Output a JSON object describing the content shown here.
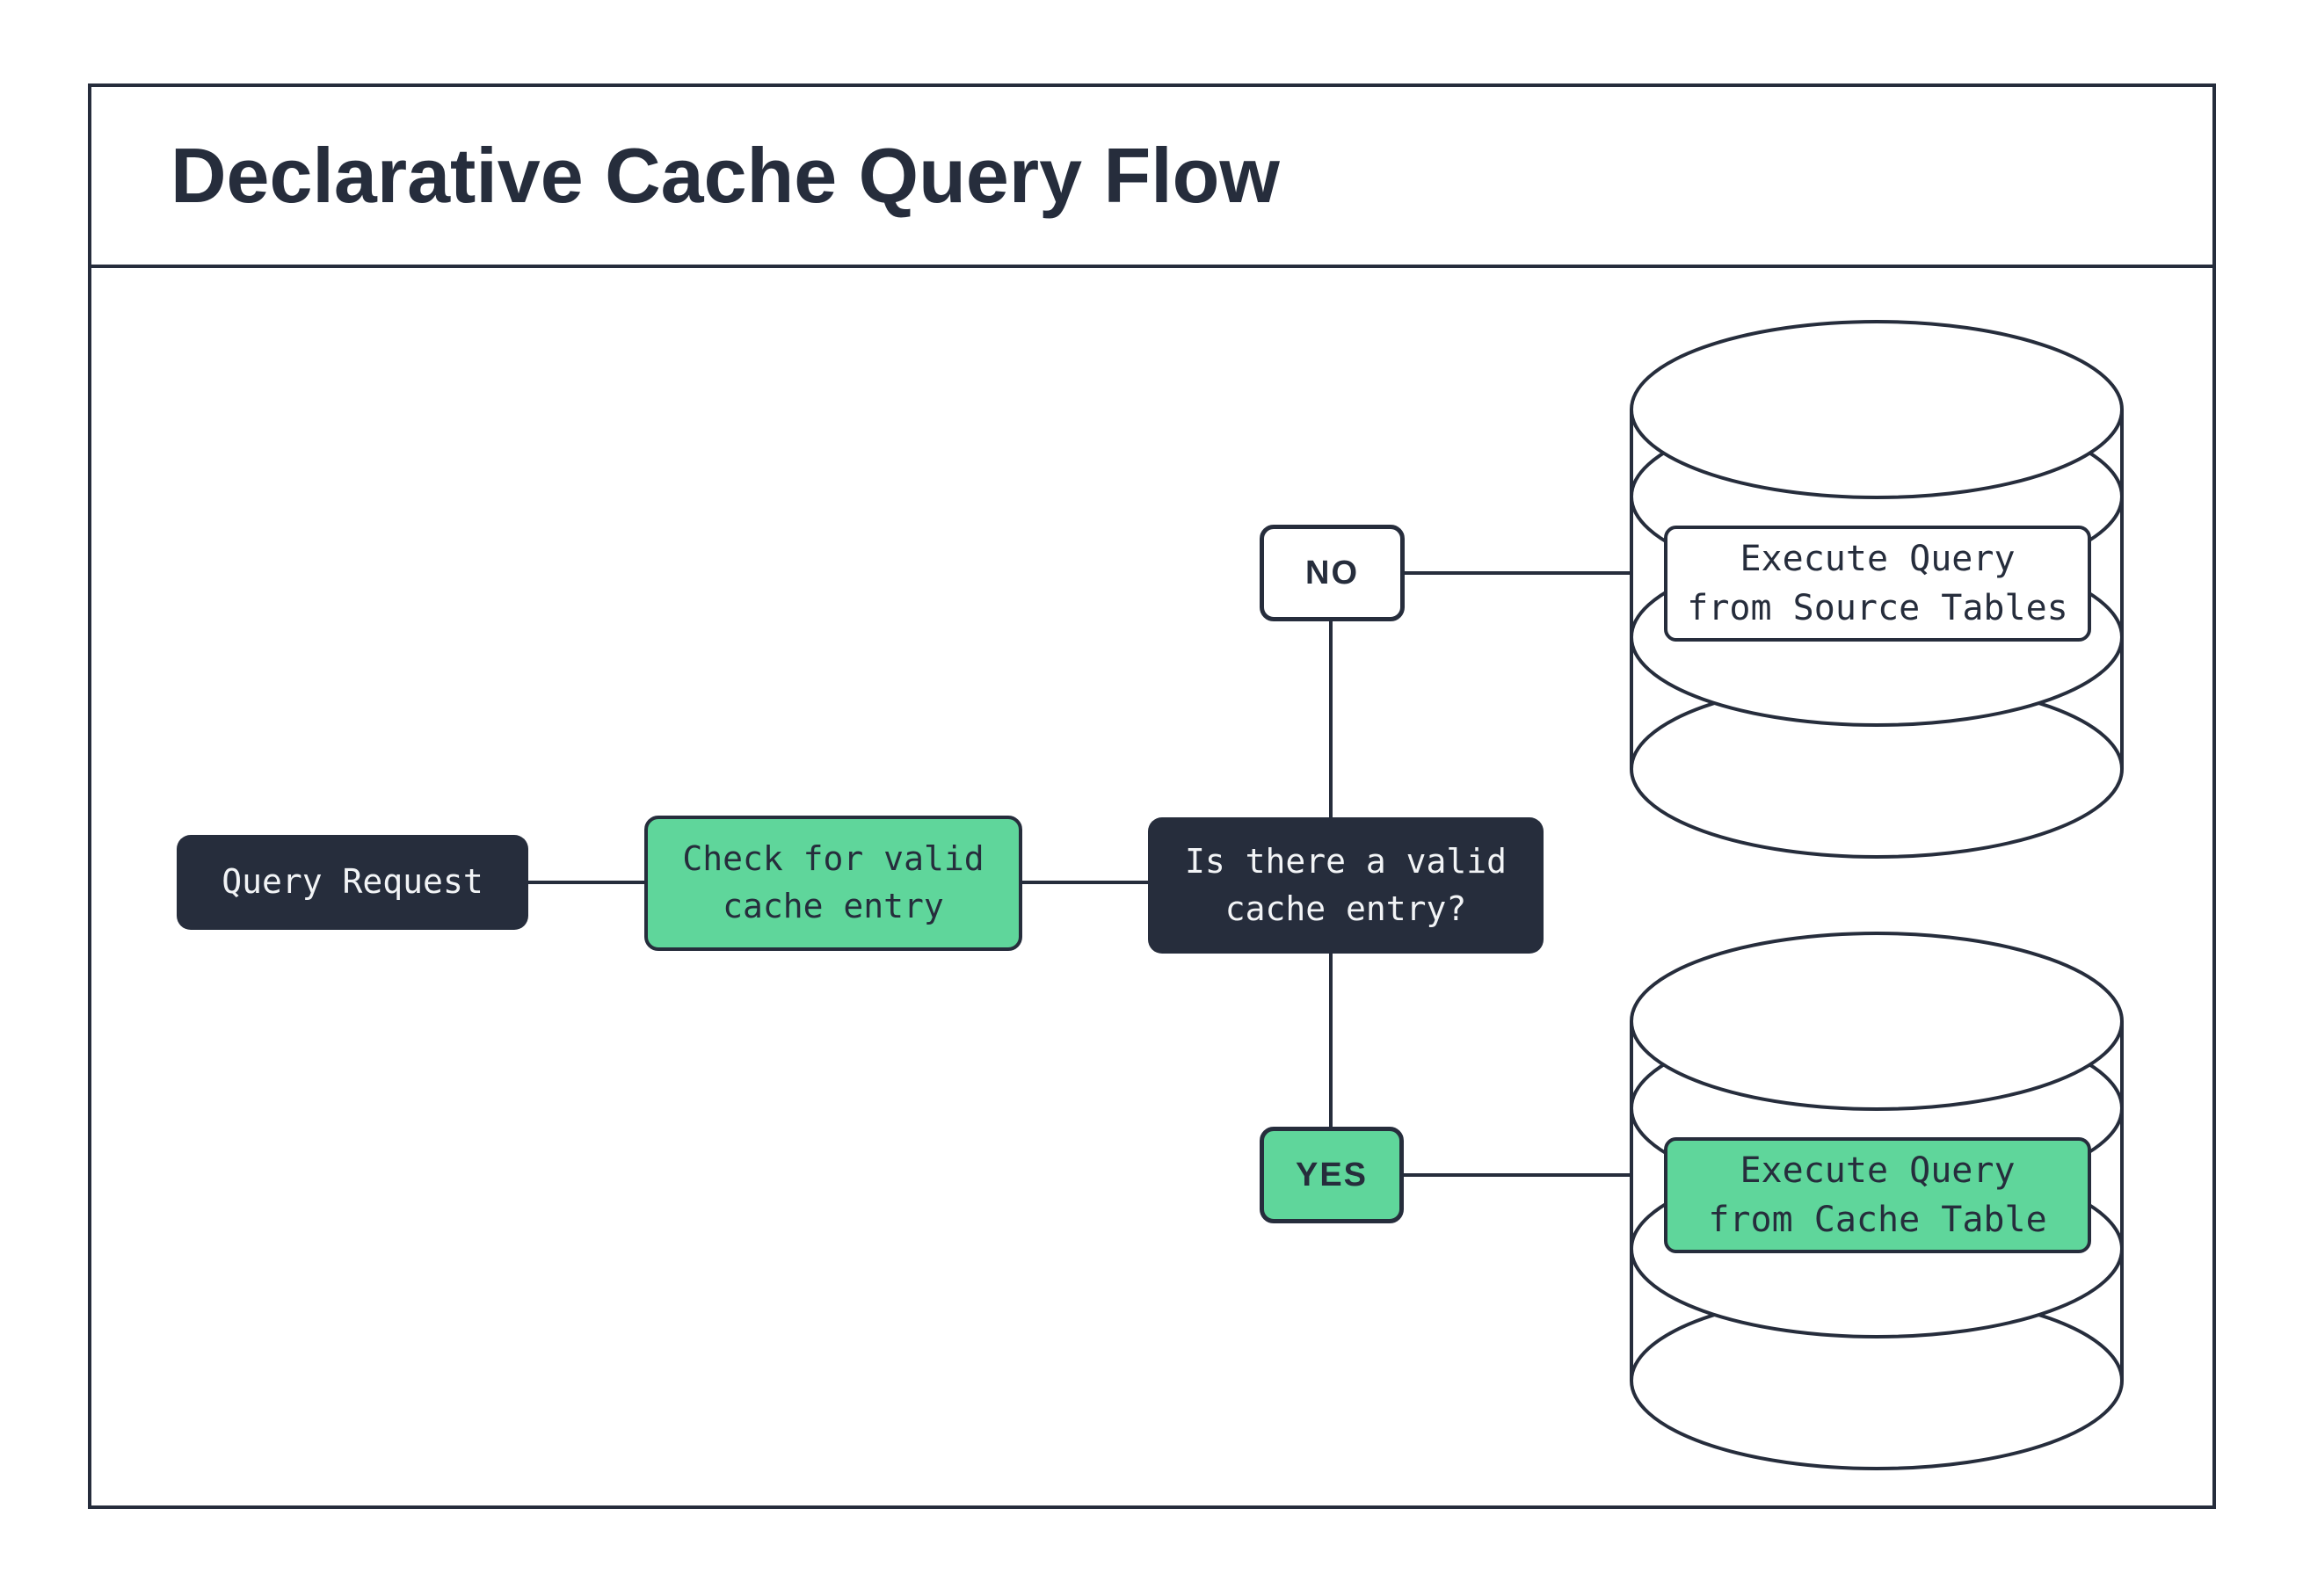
{
  "title": "Declarative Cache Query Flow",
  "colors": {
    "navy": "#262d3c",
    "green": "#5fd69b",
    "background": "#ffffff",
    "light_text": "#f2f4f6"
  },
  "nodes": {
    "query_request": {
      "label": "Query Request"
    },
    "check_cache": {
      "lines": [
        "Check for valid",
        "cache entry"
      ]
    },
    "decision": {
      "lines": [
        "Is there a valid",
        "cache entry?"
      ]
    },
    "source_db": {
      "lines": [
        "Execute Query",
        "from Source Tables"
      ]
    },
    "cache_db": {
      "lines": [
        "Execute Query",
        "from Cache Table"
      ]
    }
  },
  "edge_labels": {
    "no": "NO",
    "yes": "YES"
  }
}
